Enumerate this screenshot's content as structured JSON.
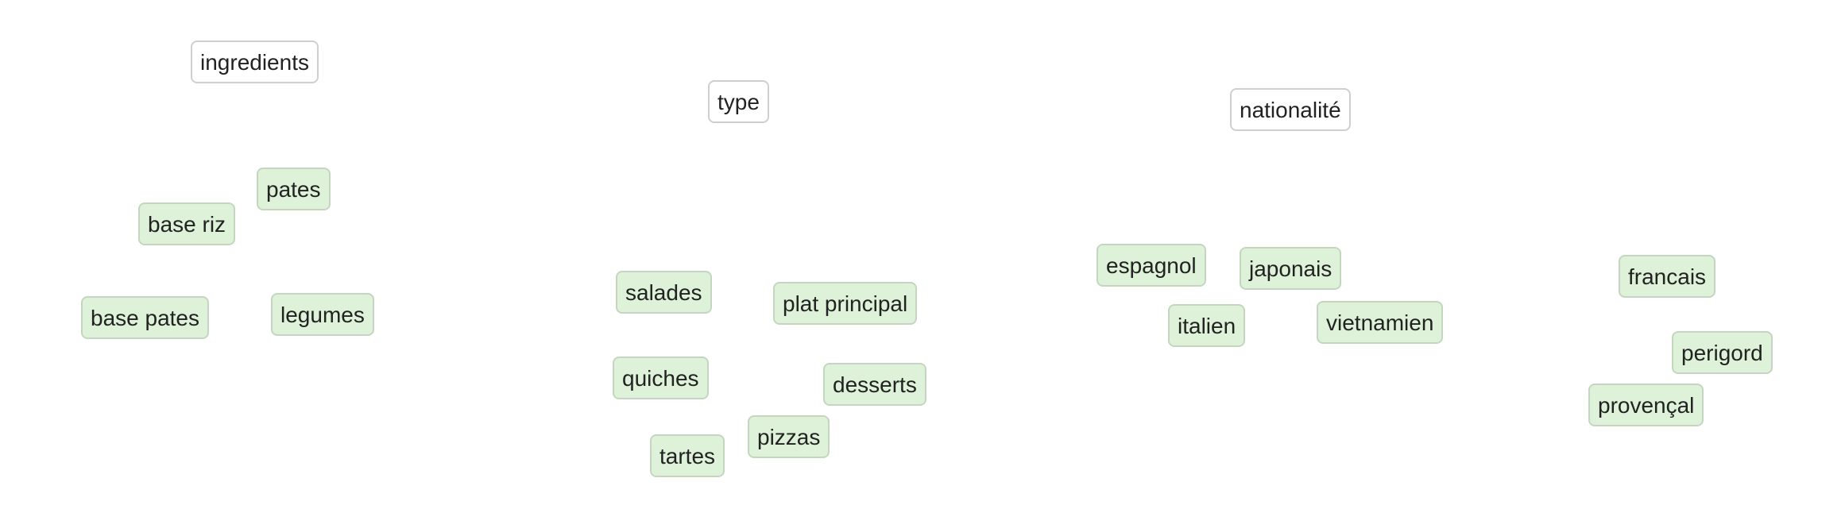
{
  "categories": {
    "ingredients": "ingredients",
    "type": "type",
    "nationalite": "nationalité"
  },
  "tags": {
    "pates": "pates",
    "base_riz": "base riz",
    "base_pates": "base pates",
    "legumes": "legumes",
    "salades": "salades",
    "plat_principal": "plat principal",
    "quiches": "quiches",
    "desserts": "desserts",
    "pizzas": "pizzas",
    "tartes": "tartes",
    "espagnol": "espagnol",
    "japonais": "japonais",
    "italien": "italien",
    "vietnamien": "vietnamien",
    "francais": "francais",
    "perigord": "perigord",
    "provencal": "provençal"
  },
  "colors": {
    "tag_background": "#ddf2d8",
    "tag_border": "#c4d6bf",
    "category_background": "#ffffff",
    "category_border": "#cfcfcf",
    "text": "#222222"
  }
}
